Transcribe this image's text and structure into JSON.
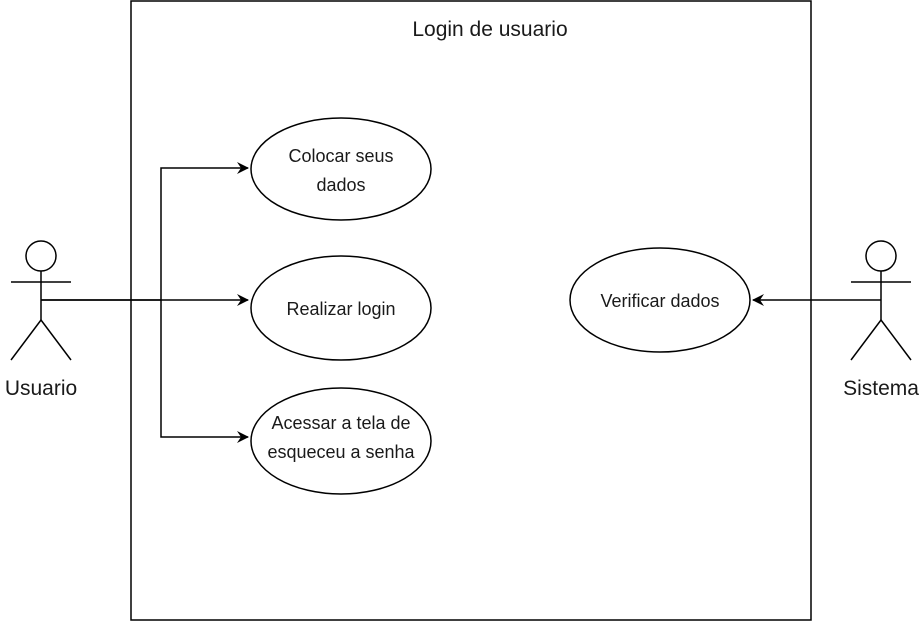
{
  "system": {
    "title": "Login de usuario"
  },
  "actors": {
    "user": {
      "label": "Usuario"
    },
    "system": {
      "label": "Sistema"
    }
  },
  "use_cases": {
    "enter_data": {
      "line1": "Colocar seus",
      "line2": "dados"
    },
    "login": {
      "line1": "Realizar login"
    },
    "forgot_password": {
      "line1": "Acessar a tela de",
      "line2": "esqueceu a senha"
    },
    "verify_data": {
      "line1": "Verificar dados"
    }
  },
  "colors": {
    "stroke": "#000000",
    "fill": "#ffffff",
    "text": "#1a1a1a"
  }
}
